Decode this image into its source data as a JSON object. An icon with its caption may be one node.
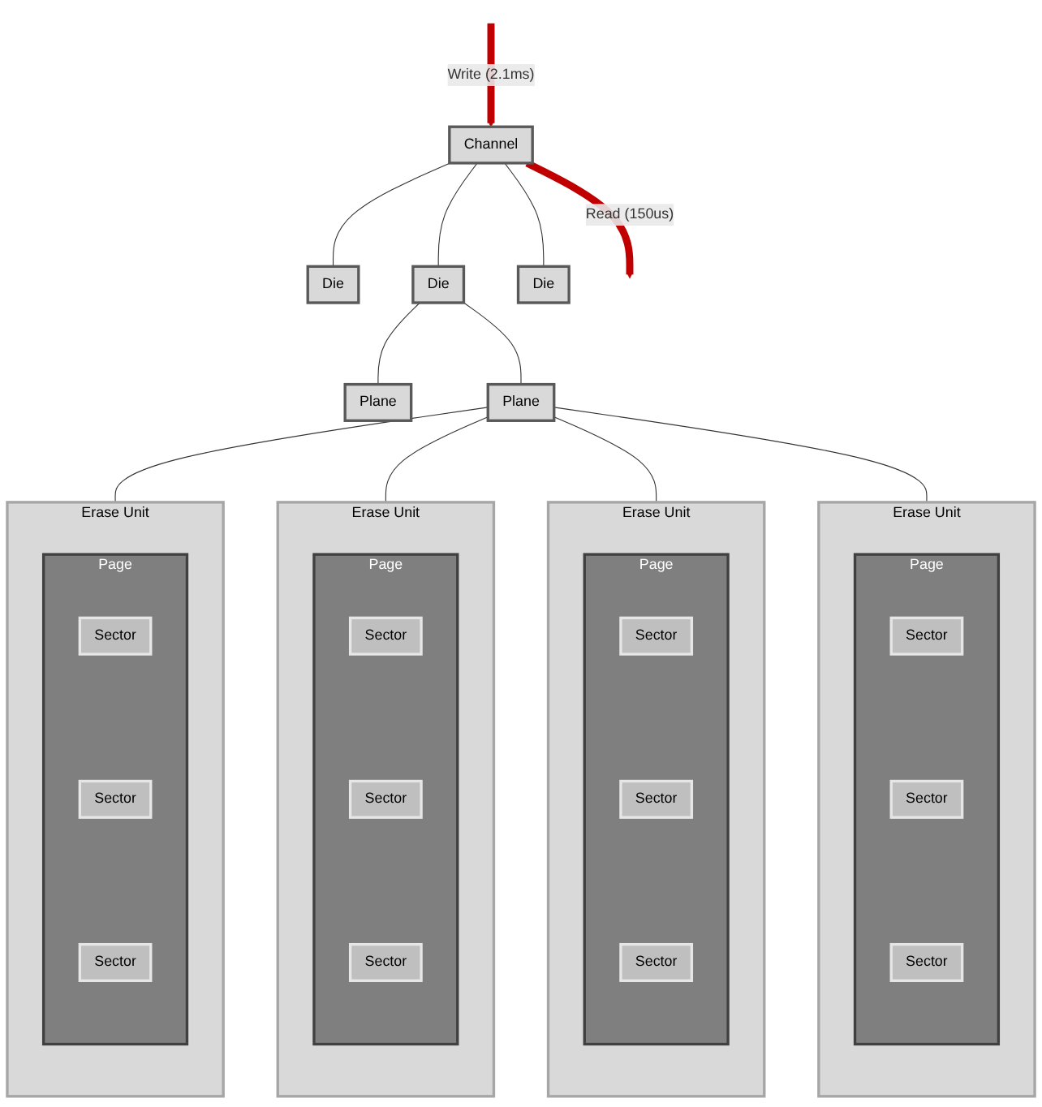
{
  "diagram": {
    "nodes": [
      {
        "text": [
          "Channel"
        ]
      },
      {
        "text": [
          "Die"
        ]
      },
      {
        "text": [
          "Die"
        ]
      },
      {
        "text": [
          "Die"
        ]
      },
      {
        "text": [
          "Plane"
        ]
      },
      {
        "text": [
          "Plane"
        ]
      },
      {
        "text": [
          "Erase Unit"
        ]
      },
      {
        "text": [
          "Page"
        ],
        "in": 6
      },
      {
        "text": [
          "Sector"
        ],
        "in": 7
      },
      {
        "text": [
          "Sector"
        ],
        "in": 7
      },
      {
        "text": [
          "Sector"
        ],
        "in": 7
      },
      {
        "text": [
          "Erase Unit"
        ]
      },
      {
        "text": [
          "Page"
        ],
        "in": 11
      },
      {
        "text": [
          "Sector"
        ],
        "in": 12
      },
      {
        "text": [
          "Sector"
        ],
        "in": 12
      },
      {
        "text": [
          "Sector"
        ],
        "in": 12
      },
      {
        "text": [
          "Erase Unit"
        ]
      },
      {
        "text": [
          "Page"
        ],
        "in": 16
      },
      {
        "text": [
          "Sector"
        ],
        "in": 17
      },
      {
        "text": [
          "Sector"
        ],
        "in": 17
      },
      {
        "text": [
          "Sector"
        ],
        "in": 17
      },
      {
        "text": [
          "Erase Unit"
        ]
      },
      {
        "text": [
          "Page"
        ],
        "in": 21
      },
      {
        "text": [
          "Sector"
        ],
        "in": 22
      },
      {
        "text": [
          "Sector"
        ],
        "in": 22
      },
      {
        "text": [
          "Sector"
        ],
        "in": 22
      }
    ],
    "edges": [
      {
        "from": null,
        "to": 0,
        "arrow": "to",
        "label": "Write (2.1ms)",
        "style": "thick",
        "color": "#c00000"
      },
      {
        "from": 0,
        "to": null,
        "arrow": "to",
        "label": "Read (150us)",
        "style": "thick",
        "color": "#c00000"
      },
      {
        "from": 0,
        "to": 1,
        "arrow": "none"
      },
      {
        "from": 0,
        "to": 2,
        "arrow": "none"
      },
      {
        "from": 0,
        "to": 3,
        "arrow": "none"
      },
      {
        "from": 2,
        "to": 4,
        "arrow": "none"
      },
      {
        "from": 2,
        "to": 5,
        "arrow": "none"
      },
      {
        "from": 5,
        "to": 6,
        "arrow": "none"
      },
      {
        "from": 5,
        "to": 11,
        "arrow": "none"
      },
      {
        "from": 5,
        "to": 16,
        "arrow": "none"
      },
      {
        "from": 5,
        "to": 21,
        "arrow": "none"
      }
    ]
  }
}
